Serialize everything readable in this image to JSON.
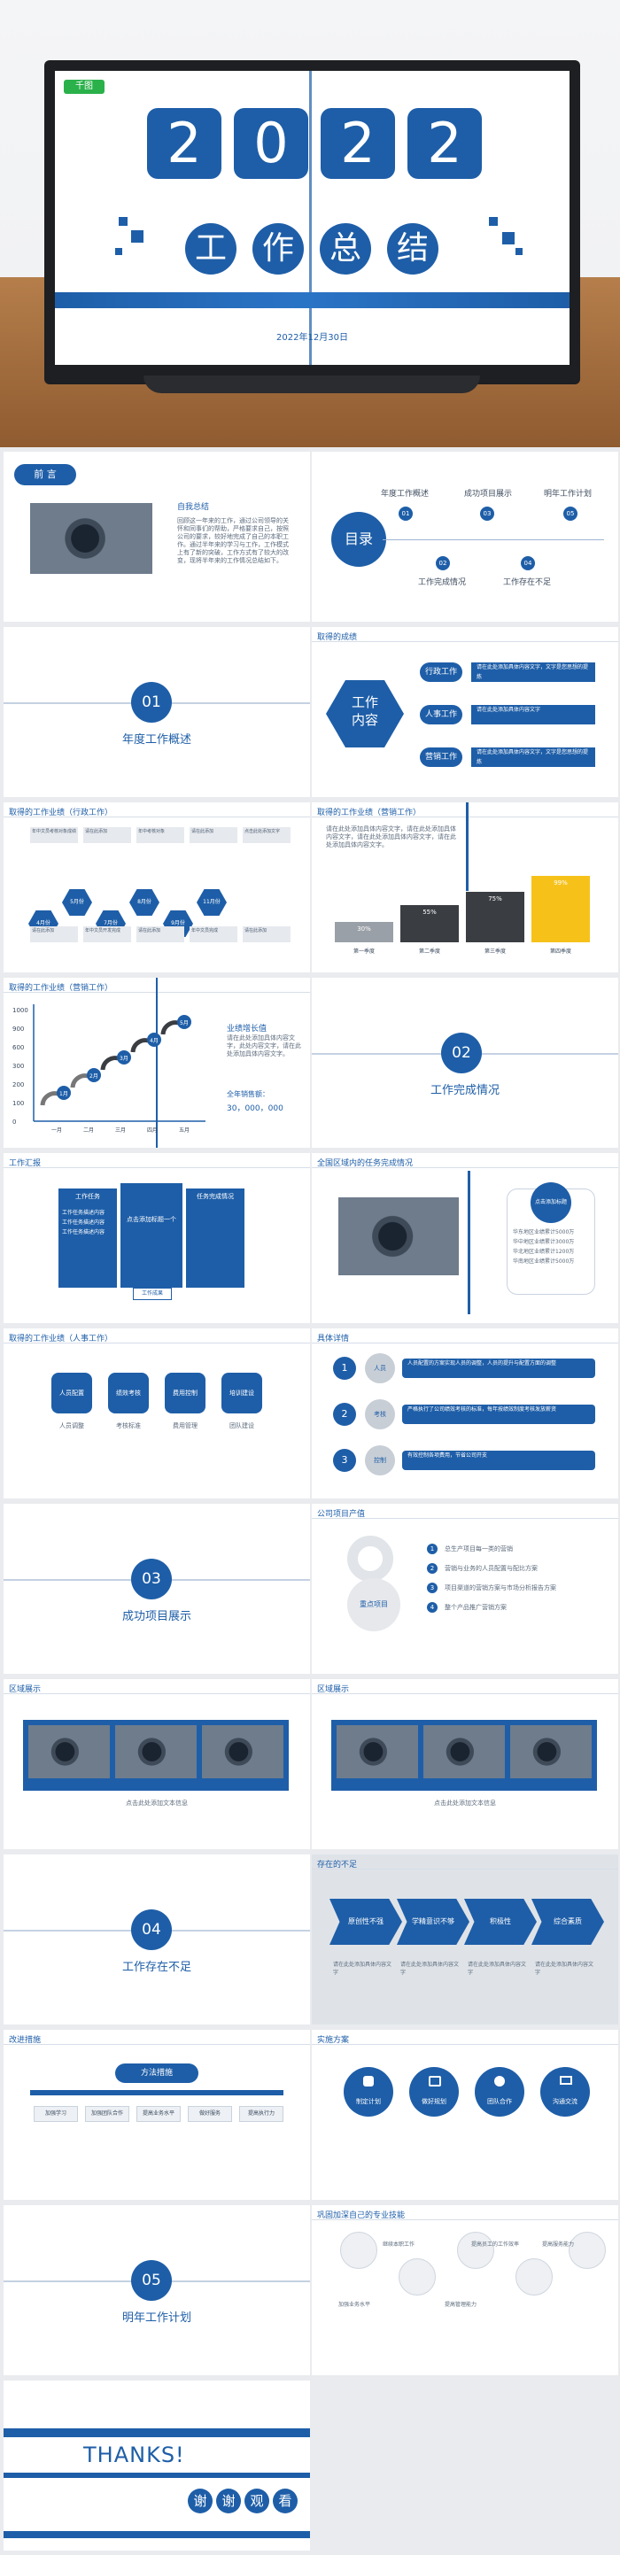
{
  "colors": {
    "primary": "#1e5ea8",
    "accent": "#f6c21a",
    "dark": "#3a3d42",
    "gray": "#9aa0a7"
  },
  "hero": {
    "logo": "千图",
    "year": [
      "2",
      "0",
      "2",
      "2"
    ],
    "title": [
      "工",
      "作",
      "总",
      "结"
    ],
    "date": "2022年12月30日"
  },
  "s_preface": {
    "badge": "前 言",
    "heading": "自我总结",
    "body": "回顾这一年来的工作，通过公司领导的关怀和同事们的帮助，严格要求自己，按照公司的要求，较好地完成了自己的本职工作。通过半年来的学习与工作，工作模式上有了新的突破，工作方式有了较大的改变，现将半年来的工作情况总结如下。"
  },
  "s_toc": {
    "title": "目录",
    "items": [
      {
        "num": "01",
        "label": "年度工作概述"
      },
      {
        "num": "02",
        "label": "工作完成情况"
      },
      {
        "num": "03",
        "label": "成功项目展示"
      },
      {
        "num": "04",
        "label": "工作存在不足"
      },
      {
        "num": "05",
        "label": "明年工作计划"
      }
    ]
  },
  "s01": {
    "num": "01",
    "label": "年度工作概述"
  },
  "s_achieve": {
    "header": "取得的成绩",
    "center": "工作\n内容",
    "items": [
      {
        "label": "行政工作",
        "desc": "请在此处添加具体内容文字，文字是您思想的提炼"
      },
      {
        "label": "人事工作",
        "desc": "请在此处添加具体内容文字"
      },
      {
        "label": "营销工作",
        "desc": "请在此处添加具体内容文字，文字是您思想的提炼"
      }
    ]
  },
  "s_admin": {
    "header": "取得的工作业绩（行政工作）",
    "months": [
      "4月份",
      "5月份",
      "7月份",
      "8月份",
      "9月份",
      "11月份"
    ],
    "notes": [
      "年中文员考核对象成绩",
      "请在此添加",
      "年中考核对象",
      "请在此添加",
      "点击此处添加文字",
      "请在此添加",
      "年中文员开发完成",
      "请在此添加",
      "年中文员完成",
      "请在此添加"
    ]
  },
  "s_sales_bar": {
    "header": "取得的工作业绩（营销工作）",
    "body": "请在此处添加具体内容文字，请在此处添加具体内容文字，请在此处添加具体内容文字，请在此处添加具体内容文字。",
    "labels": [
      "第一季度",
      "第二季度",
      "第三季度",
      "第四季度"
    ],
    "values": [
      30,
      55,
      75,
      99
    ],
    "value_labels": [
      "30%",
      "55%",
      "75%",
      "99%"
    ]
  },
  "s_sales_line": {
    "header": "取得的工作业绩（营销工作）",
    "yticks": [
      "1000",
      "900",
      "600",
      "300",
      "200",
      "100",
      "0"
    ],
    "xticks": [
      "一月",
      "二月",
      "三月",
      "四月",
      "五月"
    ],
    "points": [
      "1月",
      "2月",
      "3月",
      "4月",
      "5月"
    ],
    "growth_title": "业绩增长值",
    "growth_body": "请在此处添加具体内容文字，此处内容文字，请在此处添加具体内容文字。",
    "total_label": "全年销售额：",
    "total_value": "30，000，000"
  },
  "s02": {
    "num": "02",
    "label": "工作完成情况"
  },
  "s_report": {
    "header": "工作汇报",
    "left_title": "工作任务",
    "mid_title": "点击添加标题一个",
    "right_title": "任务完成情况",
    "footer": "工作成果",
    "lines": [
      "工作任务描述内容",
      "工作任务描述内容",
      "工作任务描述内容"
    ]
  },
  "s_region": {
    "header": "全国区域内的任务完成情况",
    "circle": "点击添加标题",
    "lines": [
      "华东地区业绩累计5000万",
      "华中地区业绩累计3000万",
      "华北地区业绩累计1200万",
      "华南地区业绩累计5000万"
    ]
  },
  "s_hr": {
    "header": "取得的工作业绩（人事工作）",
    "items": [
      {
        "title": "人员配置",
        "label": "人员调整"
      },
      {
        "title": "绩效考核",
        "label": "考核标准"
      },
      {
        "title": "费用控制",
        "label": "费用管理"
      },
      {
        "title": "培训建设",
        "label": "团队建设"
      }
    ]
  },
  "s_detail": {
    "header": "具体详情",
    "items": [
      {
        "n": "1",
        "label": "人员",
        "desc": "人员配置的方案实现人员的调整，人员的提升与配置方面的调整"
      },
      {
        "n": "2",
        "label": "考核",
        "desc": "严格执行了公司绩效考核的标准，每年按绩效制度考核发放薪资"
      },
      {
        "n": "3",
        "label": "控制",
        "desc": "有效控制各项费用，节省公司开支"
      }
    ]
  },
  "s03": {
    "num": "03",
    "label": "成功项目展示"
  },
  "s_product": {
    "header": "公司项目产值",
    "center": "重点项目",
    "items": [
      {
        "n": "1",
        "text": "总生产项目每一类的营销"
      },
      {
        "n": "2",
        "text": "营销与业务的人员配置与配比方案"
      },
      {
        "n": "3",
        "text": "项目渠道的营销方案与市场分析报告方案"
      },
      {
        "n": "4",
        "text": "整个产品推广营销方案"
      }
    ]
  },
  "s_area1": {
    "header": "区域展示",
    "caption": "点击此处添加文本信息"
  },
  "s_area2": {
    "header": "区域展示",
    "caption": "点击此处添加文本信息"
  },
  "s04": {
    "num": "04",
    "label": "工作存在不足"
  },
  "s_gap": {
    "header": "存在的不足",
    "arrows": [
      "原创性不强",
      "学精意识不够",
      "积极性",
      "综合素质"
    ],
    "texts": [
      "请在此处添加具体内容文字",
      "请在此处添加具体内容文字",
      "请在此处添加具体内容文字",
      "请在此处添加具体内容文字"
    ]
  },
  "s_improve": {
    "header": "改进措施",
    "title": "方法措施",
    "items": [
      "加强学习",
      "加强团队合作",
      "提高业务水平",
      "做好服务",
      "提高执行力"
    ]
  },
  "s_plan": {
    "header": "实施方案",
    "items": [
      "制定计划",
      "做好规划",
      "团队合作",
      "沟通交流"
    ]
  },
  "s05": {
    "num": "05",
    "label": "明年工作计划"
  },
  "s_skill": {
    "header": "巩固加深自己的专业技能",
    "items": [
      "继续本职工作",
      "提高员工的工作效率",
      "提高服务能力",
      "加强业务水平",
      "提高管理能力"
    ]
  },
  "s_end": {
    "title": "THANKS!",
    "subtitle": [
      "谢",
      "谢",
      "观",
      "看"
    ]
  }
}
